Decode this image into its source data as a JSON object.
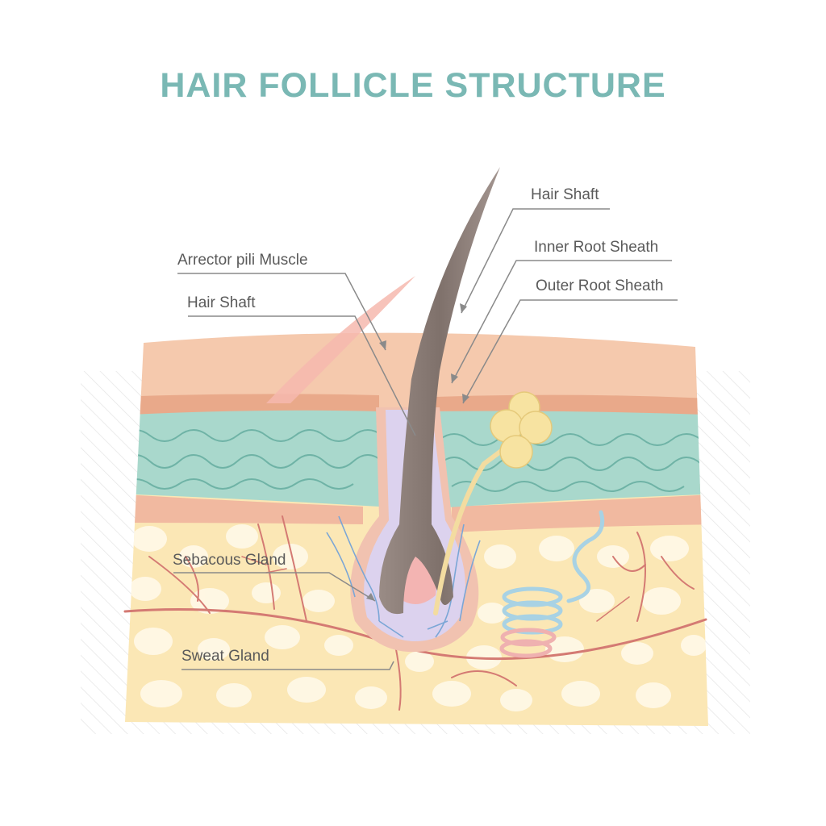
{
  "title": "HAIR FOLLICLE STRUCTURE",
  "labels": {
    "hair_shaft_top": "Hair Shaft",
    "inner_root_sheath": "Inner Root Sheath",
    "outer_root_sheath": "Outer Root Sheath",
    "arrector_pili": "Arrector pili Muscle",
    "hair_shaft_left": "Hair Shaft",
    "sebaceous": "Sebacous Gland",
    "sweat": "Sweat Gland"
  },
  "colors": {
    "title": "#7ab8b4",
    "epidermis": "#f5c9ad",
    "dermis_teal": "#a9d8cc",
    "fat": "#fbe7b5",
    "hair": "#8c7e78",
    "bulb": "#f3b4b2",
    "sheath": "#dcd2ee",
    "vessel": "#d47a73",
    "nerve": "#7aa6d6",
    "gland": "#f7e3a1",
    "sweat_coil": "#a8d2e4"
  }
}
